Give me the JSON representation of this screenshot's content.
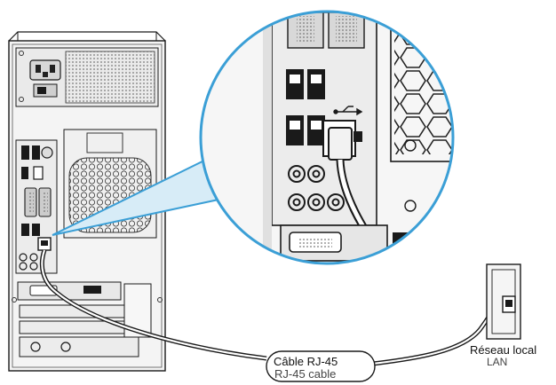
{
  "labels": {
    "cable": "Câble RJ-45",
    "cable_mirror": "RJ-45 cable",
    "network": "Réseau local",
    "network_mirror": "LAN"
  },
  "colors": {
    "outline": "#1a1a1a",
    "tower_fill": "#f2f2f2",
    "highlight": "#3b9fd6",
    "highlight_fill": "#d7ecf7",
    "cable": "#1a1a1a"
  },
  "icons": [
    "usb-icon",
    "network-port-icon",
    "power-socket-icon",
    "audio-jack-icon"
  ]
}
